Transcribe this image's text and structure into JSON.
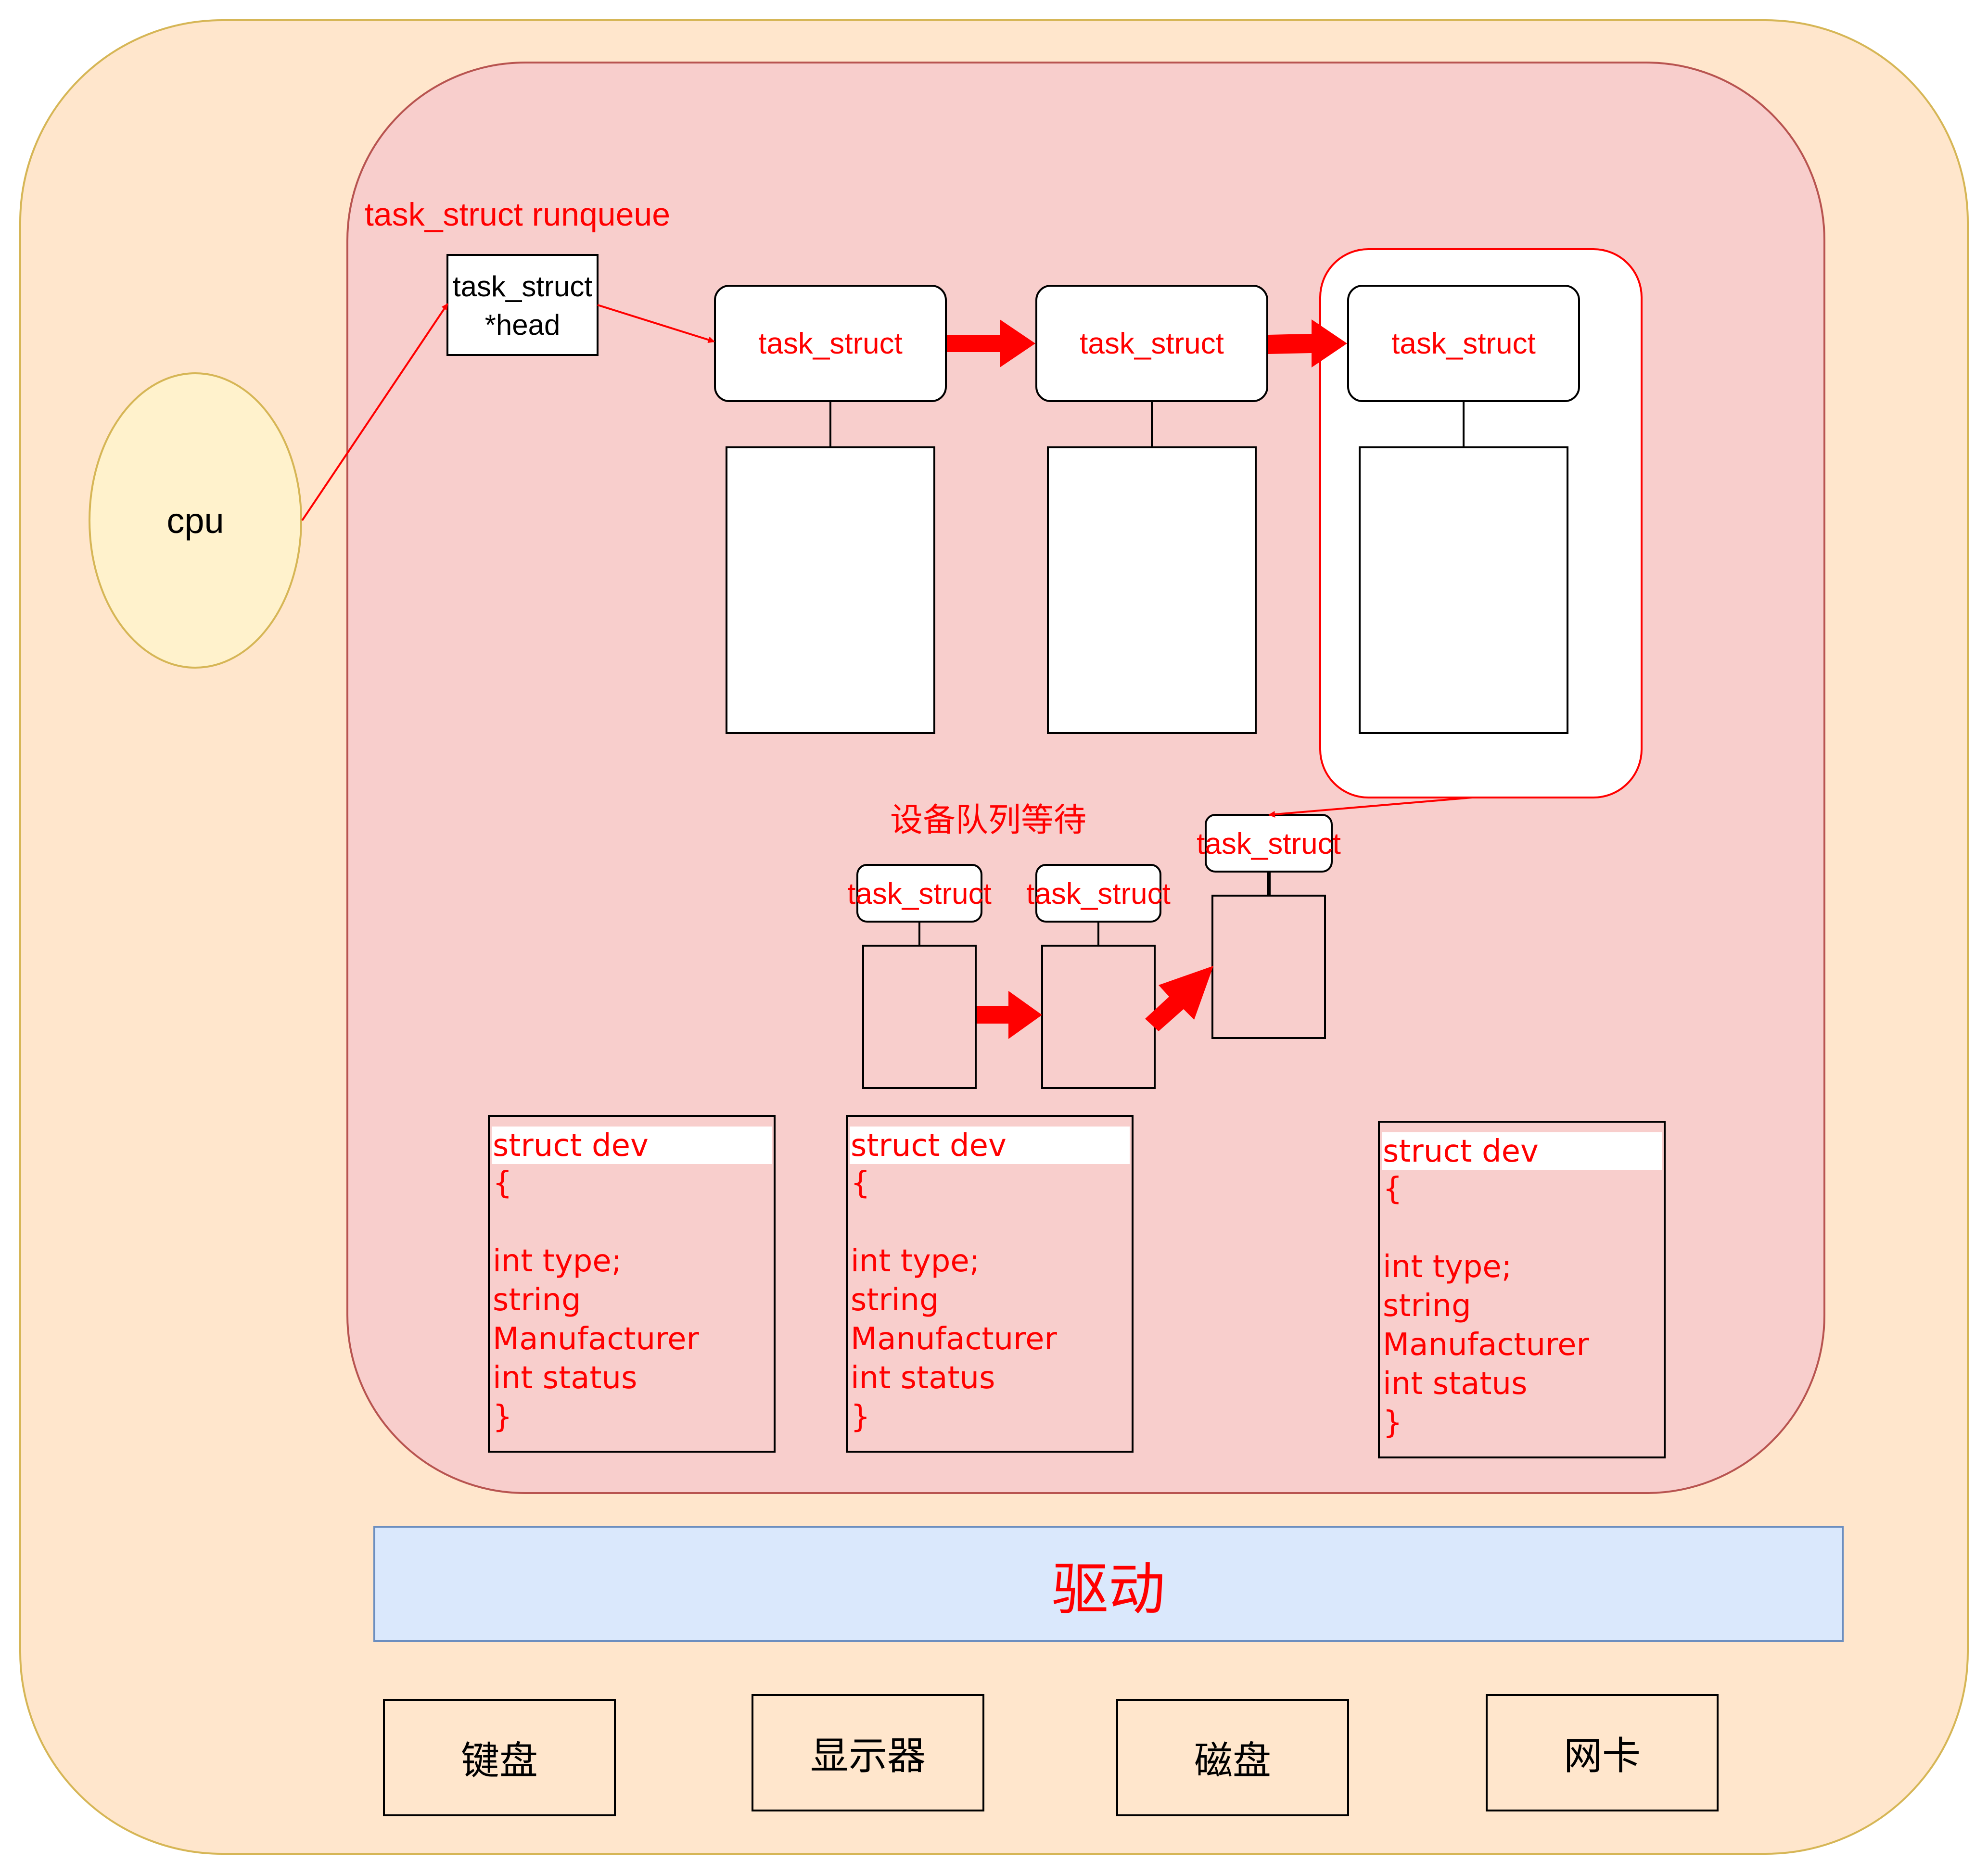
{
  "kernel_region": {
    "runqueue_label": "task_struct runqueue",
    "head_label_line1": "task_struct",
    "head_label_line2": "*head",
    "runqueue_tasks": [
      "task_struct",
      "task_struct",
      "task_struct"
    ],
    "wait_queue_label": "设备队列等待",
    "wait_queue_tasks": [
      "task_struct",
      "task_struct",
      "task_struct"
    ]
  },
  "cpu_label": "cpu",
  "devices": [
    {
      "header": "struct dev",
      "body": "{\n\nint type;\nstring\nManufacturer\nint status\n}"
    },
    {
      "header": "struct dev",
      "body": "{\n\nint type;\nstring\nManufacturer\nint status\n}"
    },
    {
      "header": "struct dev",
      "body": "{\n\nint type;\nstring\nManufacturer\nint status\n}"
    }
  ],
  "driver_label": "驱动",
  "hardware": [
    "键盘",
    "显示器",
    "磁盘",
    "网卡"
  ],
  "colors": {
    "outer_fill": "#ffe6cc",
    "outer_stroke": "#d6b656",
    "kernel_fill": "#f8cecc",
    "kernel_stroke": "#b85450",
    "cpu_fill": "#fff2cc",
    "driver_fill": "#dae8fc",
    "driver_stroke": "#6c8ebf",
    "accent": "#ff0000"
  }
}
